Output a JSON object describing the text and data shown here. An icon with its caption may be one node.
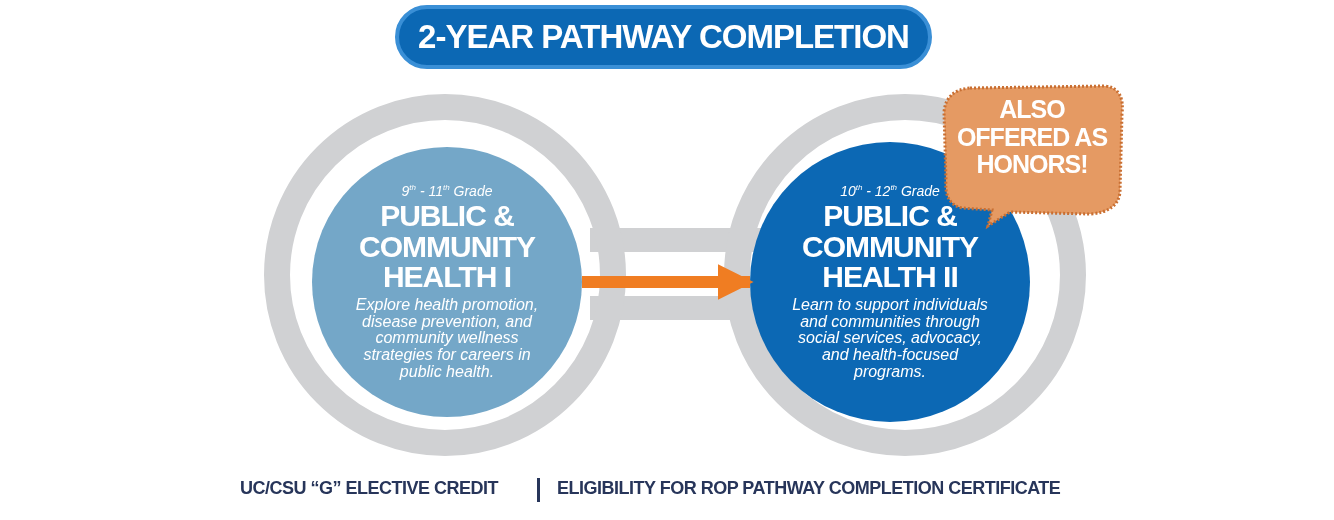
{
  "diagram": {
    "title": "2-YEAR PATHWAY COMPLETION",
    "nodes": [
      {
        "text": [
          "9$^{th}$ - 11$^{th}$ Grade",
          "PUBLIC & COMMUNITY HEALTH I",
          "Explore health promotion, disease prevention, and community wellness strategies for careers in public health."
        ]
      },
      {
        "text": [
          "10$^{th}$ - 12$^{th}$ Grade",
          "PUBLIC & COMMUNITY HEALTH II",
          "Learn to support individuals and communities through social services, advocacy, and health-focused programs."
        ]
      },
      {
        "text": [
          "ALSO OFFERED AS HONORS!"
        ]
      }
    ],
    "edges": [
      {
        "from": 0,
        "to": 1,
        "arrow": "to",
        "color": "#f07d22"
      }
    ],
    "labels": [
      "UC/CSU “G” ELECTIVE CREDIT",
      "ELIGIBILITY FOR ROP PATHWAY COMPLETION CERTIFICATE"
    ]
  }
}
